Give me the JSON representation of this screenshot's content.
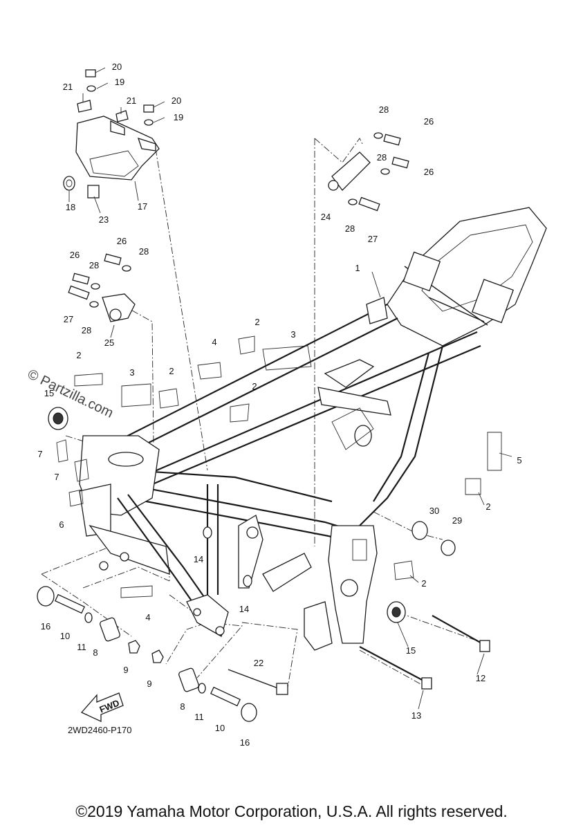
{
  "diagram": {
    "code": "2WD2460-P170",
    "copyright": "©2019 Yamaha Motor Corporation, U.S.A. All rights reserved.",
    "watermark": "© Partzilla.com",
    "fwd_label": "FWD",
    "callouts": [
      "1",
      "2",
      "2",
      "2",
      "2",
      "2",
      "2",
      "3",
      "3",
      "4",
      "4",
      "5",
      "6",
      "7",
      "7",
      "8",
      "8",
      "9",
      "9",
      "10",
      "10",
      "11",
      "11",
      "12",
      "13",
      "14",
      "14",
      "15",
      "15",
      "16",
      "16",
      "17",
      "18",
      "19",
      "19",
      "20",
      "20",
      "21",
      "21",
      "22",
      "23",
      "24",
      "25",
      "26",
      "26",
      "26",
      "26",
      "27",
      "27",
      "28",
      "28",
      "28",
      "28",
      "28",
      "28",
      "29",
      "30"
    ]
  }
}
